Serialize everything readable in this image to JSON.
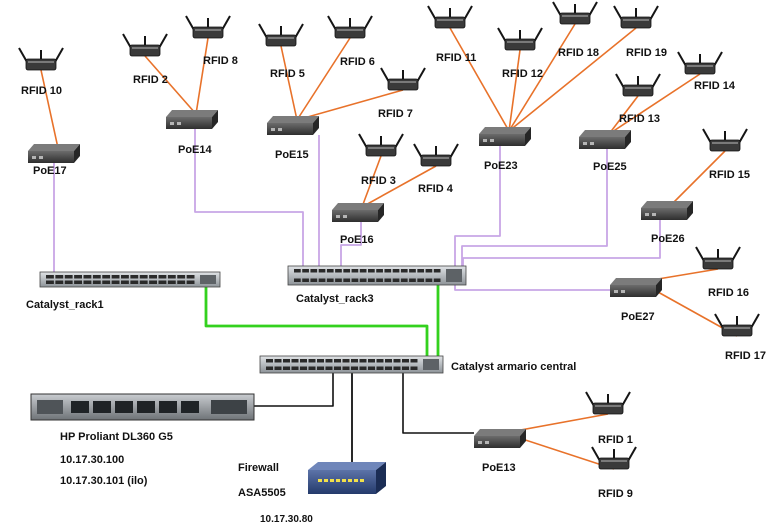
{
  "colors": {
    "rfid_link": "#e8722a",
    "poe_uplink": "#c8a6e6",
    "switch_uplink": "#33d11e",
    "core_link": "#111111"
  },
  "core_switch": {
    "label": "Catalyst armario central"
  },
  "access_switches": [
    {
      "id": "rack1",
      "label": "Catalyst_rack1"
    },
    {
      "id": "rack3",
      "label": "Catalyst_rack3"
    }
  ],
  "poe_injectors": [
    {
      "id": "poe17",
      "label": "PoE17"
    },
    {
      "id": "poe14",
      "label": "PoE14"
    },
    {
      "id": "poe15",
      "label": "PoE15"
    },
    {
      "id": "poe16",
      "label": "PoE16"
    },
    {
      "id": "poe23",
      "label": "PoE23"
    },
    {
      "id": "poe25",
      "label": "PoE25"
    },
    {
      "id": "poe26",
      "label": "PoE26"
    },
    {
      "id": "poe27",
      "label": "PoE27"
    },
    {
      "id": "poe13",
      "label": "PoE13"
    }
  ],
  "access_points": [
    {
      "id": "rfid10",
      "label": "RFID 10"
    },
    {
      "id": "rfid2",
      "label": "RFID 2"
    },
    {
      "id": "rfid8",
      "label": "RFID 8"
    },
    {
      "id": "rfid5",
      "label": "RFID 5"
    },
    {
      "id": "rfid6",
      "label": "RFID 6"
    },
    {
      "id": "rfid7",
      "label": "RFID 7"
    },
    {
      "id": "rfid3",
      "label": "RFID 3"
    },
    {
      "id": "rfid4",
      "label": "RFID 4"
    },
    {
      "id": "rfid11",
      "label": "RFID 11"
    },
    {
      "id": "rfid12",
      "label": "RFID 12"
    },
    {
      "id": "rfid18",
      "label": "RFID 18"
    },
    {
      "id": "rfid19",
      "label": "RFID 19"
    },
    {
      "id": "rfid13",
      "label": "RFID 13"
    },
    {
      "id": "rfid14",
      "label": "RFID 14"
    },
    {
      "id": "rfid15",
      "label": "RFID 15"
    },
    {
      "id": "rfid16",
      "label": "RFID 16"
    },
    {
      "id": "rfid17",
      "label": "RFID 17"
    },
    {
      "id": "rfid1",
      "label": "RFID 1"
    },
    {
      "id": "rfid9",
      "label": "RFID 9"
    }
  ],
  "server": {
    "name": "HP Proliant DL360 G5",
    "ip": "10.17.30.100",
    "ilo": "10.17.30.101 (ilo)"
  },
  "firewall": {
    "title": "Firewall",
    "model": "ASA5505",
    "ip": "10.17.30.80"
  }
}
